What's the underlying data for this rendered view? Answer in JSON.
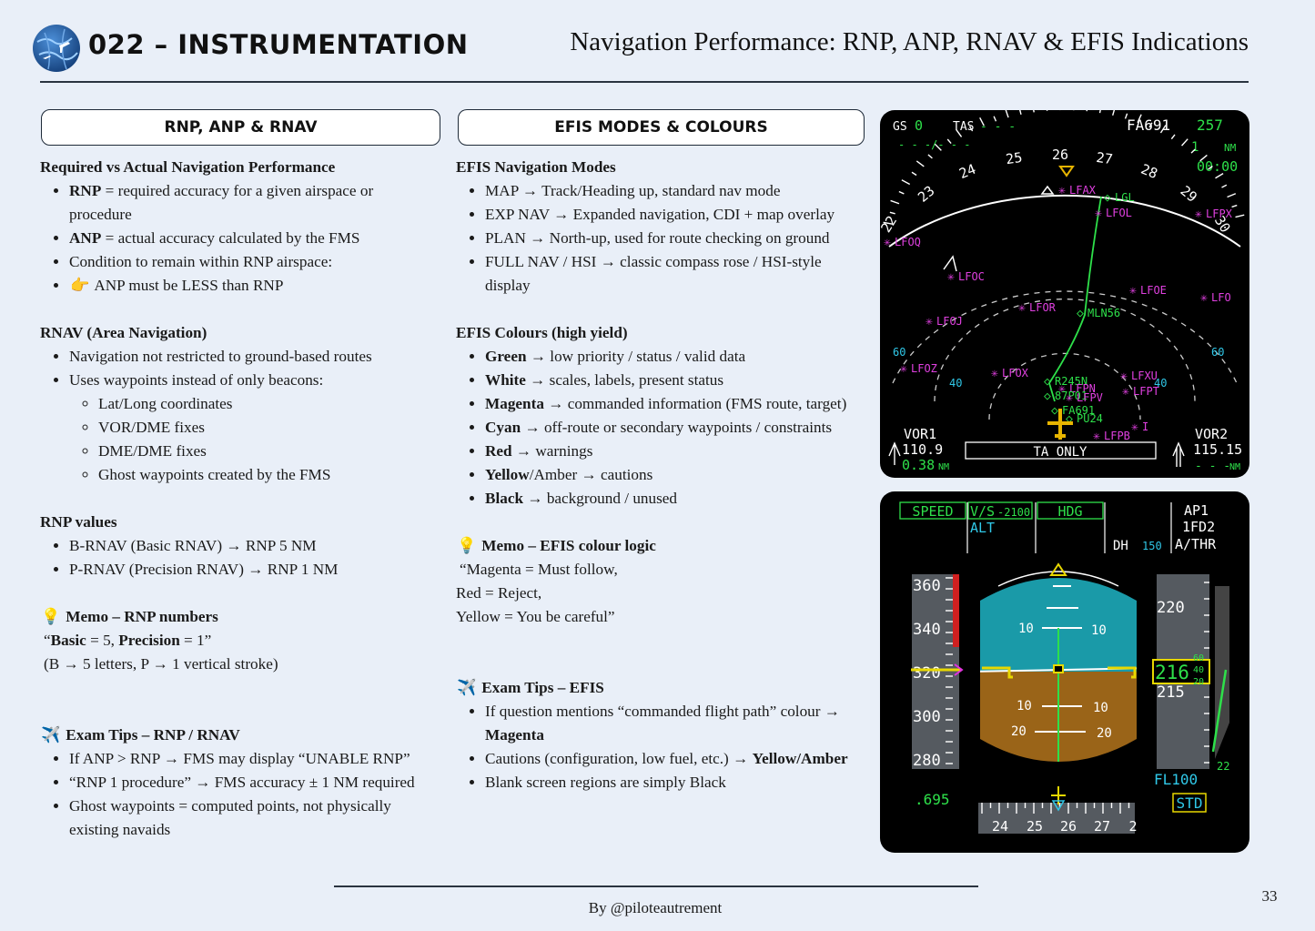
{
  "header": {
    "brand": "022 – INSTRUMENTATION",
    "title": "Navigation Performance: RNP, ANP, RNAV & EFIS Indications"
  },
  "section1": {
    "box_title": "RNP, ANP & RNAV",
    "rnp_anp": {
      "heading": "Required vs Actual Navigation Performance",
      "items": [
        {
          "term": "RNP",
          "text": " = required accuracy for a given airspace or procedure"
        },
        {
          "term": "ANP",
          "text": " = actual accuracy calculated by the FMS"
        },
        {
          "term": "",
          "text": "Condition to remain within RNP airspace:"
        },
        {
          "term": "",
          "text": "ANP must be LESS than RNP"
        }
      ]
    },
    "rnav": {
      "heading": "RNAV (Area Navigation)",
      "items": [
        "Navigation not restricted to ground-based routes",
        "Uses waypoints instead of only beacons:"
      ],
      "subitems": [
        "Lat/Long coordinates",
        "VOR/DME fixes",
        "DME/DME fixes",
        "Ghost waypoints created by the FMS"
      ]
    },
    "rnp_values": {
      "heading": "RNP values",
      "items": [
        "B-RNAV (Basic RNAV) → RNP 5 NM",
        "P-RNAV (Precision RNAV) → RNP 1 NM"
      ]
    },
    "memo": {
      "heading": "Memo – RNP numbers",
      "line1_b1": "Basic",
      "line1_t1": " = 5, ",
      "line1_b2": "Precision",
      "line1_t2": " = 1”",
      "line1_open": "“",
      "line2": "(B → 5 letters, P → 1 vertical stroke)"
    },
    "tips": {
      "heading": "Exam Tips – RNP / RNAV",
      "items": [
        "If ANP > RNP → FMS may display “UNABLE RNP”",
        "“RNP 1 procedure” → FMS accuracy ± 1 NM required",
        "Ghost waypoints = computed points, not physically existing navaids"
      ]
    }
  },
  "section2": {
    "box_title": "EFIS MODES & COLOURS",
    "modes": {
      "heading": "EFIS Navigation Modes",
      "items": [
        "MAP → Track/Heading up, standard nav mode",
        "EXP NAV → Expanded navigation, CDI + map overlay",
        "PLAN → North-up, used for route checking on ground",
        "FULL NAV / HSI → classic compass rose / HSI-style display"
      ]
    },
    "colours": {
      "heading": "EFIS Colours (high yield)",
      "items": [
        {
          "term": "Green",
          "text": " → low priority / status / valid data"
        },
        {
          "term": "White",
          "text": " → scales, labels, present status"
        },
        {
          "term": "Magenta",
          "text": " → commanded information (FMS route, target)"
        },
        {
          "term": "Cyan",
          "text": " → off-route or secondary waypoints / constraints"
        },
        {
          "term": "Red",
          "text": " → warnings"
        },
        {
          "term": "Yellow",
          "text": "/Amber → cautions"
        },
        {
          "term": "Black",
          "text": " → background / unused"
        }
      ]
    },
    "memo": {
      "heading": "Memo – EFIS colour logic",
      "lines": [
        "“Magenta = Must follow,",
        "Red = Reject,",
        "Yellow = You be careful”"
      ]
    },
    "tips": {
      "heading": "Exam Tips – EFIS",
      "items": [
        {
          "text": "If question mentions “commanded flight path” colour → ",
          "bold": "Magenta"
        },
        {
          "text": "Cautions (configuration, low fuel, etc.) → ",
          "bold": "Yellow/Amber"
        },
        {
          "text": "Blank screen regions are simply Black",
          "bold": ""
        }
      ]
    }
  },
  "nd": {
    "gs_label": "GS",
    "gs": "0",
    "tas_label": "TAS",
    "tas": "- - -",
    "wind": "- - -/- - -",
    "flight": "FA691",
    "dist": "257",
    "dist_small": "1",
    "nm": "NM",
    "time": "00:00",
    "heading_ticks": [
      "22",
      "23",
      "24",
      "25",
      "26",
      "27",
      "28",
      "29",
      "30"
    ],
    "waypoints": [
      "LFAX",
      "LGL",
      "LFOL",
      "LFPX",
      "LFOQ",
      "LFOC",
      "LFOE",
      "LFO",
      "LFOJ",
      "LFOR",
      "MLN56",
      "LFOZ",
      "LFOX",
      "R245N",
      "LFXU",
      "LFPN",
      "87P01",
      "LFPV",
      "LFPT",
      "FA691",
      "PU24",
      "LFPB",
      "I"
    ],
    "ranges": [
      "60",
      "60",
      "40",
      "40"
    ],
    "vor1_label": "VOR1",
    "vor1_freq": "110.9",
    "vor1_dist": "0.38",
    "vor2_label": "VOR2",
    "vor2_freq": "115.15",
    "vor2_dist": "- - -",
    "tcas": "TA ONLY"
  },
  "pfd": {
    "speed": "SPEED",
    "vs": "V/S",
    "vs_value": "-2100",
    "hdg": "HDG",
    "alt_mode": "ALT",
    "ap": "AP1",
    "fd": "1FD2",
    "athr": "A/THR",
    "dh_label": "DH",
    "dh": "150",
    "speed_ticks": [
      "360",
      "340",
      "320",
      "300",
      "280"
    ],
    "pitch_up": [
      "10",
      "10"
    ],
    "pitch_down": [
      "10",
      "10",
      "20",
      "20"
    ],
    "alt_ticks": [
      "220",
      "215"
    ],
    "alt_current": "216",
    "alt_small": [
      "60",
      "40",
      "20"
    ],
    "vs_tape": "22",
    "fl": "FL100",
    "baro": "STD",
    "mach": ".695",
    "hdg_ticks": [
      "24",
      "25",
      "26",
      "27",
      "2"
    ]
  },
  "footer": {
    "byline": "By @piloteautrement",
    "page": "33"
  }
}
